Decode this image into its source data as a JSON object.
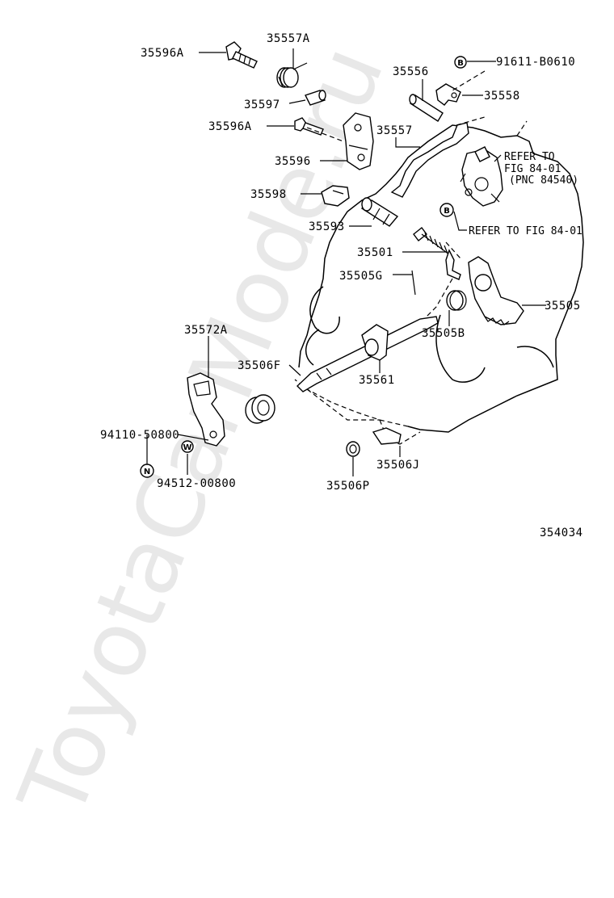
{
  "labels": {
    "p35596A_top": "35596A",
    "p35557A": "35557A",
    "p91611": "91611-B0610",
    "p35556": "35556",
    "p35558": "35558",
    "p35597": "35597",
    "p35596A_mid": "35596A",
    "p35557": "35557",
    "p35596": "35596",
    "refer1": "REFER TO",
    "refer2": "FIG 84-01",
    "refer3": "(PNC 84540)",
    "p35598": "35598",
    "p35593": "35593",
    "refer_b": "REFER TO FIG 84-01",
    "p35501": "35501",
    "p35505G": "35505G",
    "p35505": "35505",
    "p35572A": "35572A",
    "p35505B": "35505B",
    "p35506F": "35506F",
    "p35561": "35561",
    "p94110": "94110-50800",
    "p94512": "94512-00800",
    "p35506J": "35506J",
    "p35506P": "35506P",
    "fig_code": "354034"
  },
  "circle_marks": {
    "b1": "B",
    "b2": "B",
    "n": "N",
    "w": "W"
  },
  "watermark": "ToyotaCarMode.ru",
  "colors": {
    "ink": "#000000",
    "paper": "#ffffff"
  }
}
